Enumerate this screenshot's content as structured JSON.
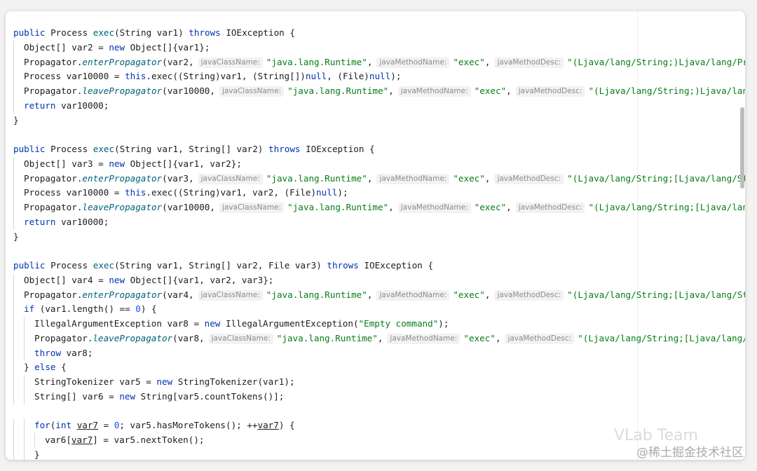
{
  "hints": {
    "javaClassName": "javaClassName:",
    "javaMethodName": "javaMethodName:",
    "javaMethodDesc": "javaMethodDesc:"
  },
  "code_lines": [
    [
      {
        "t": "public ",
        "c": "kw"
      },
      {
        "t": "Process "
      },
      {
        "t": "exec",
        "c": "fn"
      },
      {
        "t": "(String var1) "
      },
      {
        "t": "throws ",
        "c": "kw"
      },
      {
        "t": "IOException {"
      }
    ],
    [
      {
        "g": 1
      },
      {
        "t": "Object[] var2 = "
      },
      {
        "t": "new ",
        "c": "kw"
      },
      {
        "t": "Object[]{var1};"
      }
    ],
    [
      {
        "g": 1
      },
      {
        "t": "Propagator."
      },
      {
        "t": "enterPropagator",
        "c": "it"
      },
      {
        "t": "(var2,"
      },
      {
        "h": "javaClassName"
      },
      {
        "t": "\"java.lang.Runtime\"",
        "c": "str"
      },
      {
        "t": ","
      },
      {
        "h": "javaMethodName"
      },
      {
        "t": "\"exec\"",
        "c": "str"
      },
      {
        "t": ","
      },
      {
        "h": "javaMethodDesc"
      },
      {
        "t": "\"(Ljava/lang/String;)Ljava/lang/Process;\"",
        "c": "str"
      }
    ],
    [
      {
        "g": 1
      },
      {
        "t": "Process var10000 = "
      },
      {
        "t": "this",
        "c": "kw"
      },
      {
        "t": ".exec((String)var1, (String[])"
      },
      {
        "t": "null",
        "c": "kw"
      },
      {
        "t": ", (File)"
      },
      {
        "t": "null",
        "c": "kw"
      },
      {
        "t": ");"
      }
    ],
    [
      {
        "g": 1
      },
      {
        "t": "Propagator."
      },
      {
        "t": "leavePropagator",
        "c": "it"
      },
      {
        "t": "(var10000,"
      },
      {
        "h": "javaClassName"
      },
      {
        "t": "\"java.lang.Runtime\"",
        "c": "str"
      },
      {
        "t": ","
      },
      {
        "h": "javaMethodName"
      },
      {
        "t": "\"exec\"",
        "c": "str"
      },
      {
        "t": ","
      },
      {
        "h": "javaMethodDesc"
      },
      {
        "t": "\"(Ljava/lang/String;)Ljava/lang/Process;\"",
        "c": "str"
      }
    ],
    [
      {
        "g": 1
      },
      {
        "t": "return ",
        "c": "kw"
      },
      {
        "t": "var10000;"
      }
    ],
    [
      {
        "t": "}"
      }
    ],
    [],
    [
      {
        "t": "public ",
        "c": "kw"
      },
      {
        "t": "Process "
      },
      {
        "t": "exec",
        "c": "fn"
      },
      {
        "t": "(String var1, String[] var2) "
      },
      {
        "t": "throws ",
        "c": "kw"
      },
      {
        "t": "IOException {"
      }
    ],
    [
      {
        "g": 1
      },
      {
        "t": "Object[] var3 = "
      },
      {
        "t": "new ",
        "c": "kw"
      },
      {
        "t": "Object[]{var1, var2};"
      }
    ],
    [
      {
        "g": 1
      },
      {
        "t": "Propagator."
      },
      {
        "t": "enterPropagator",
        "c": "it"
      },
      {
        "t": "(var3,"
      },
      {
        "h": "javaClassName"
      },
      {
        "t": "\"java.lang.Runtime\"",
        "c": "str"
      },
      {
        "t": ","
      },
      {
        "h": "javaMethodName"
      },
      {
        "t": "\"exec\"",
        "c": "str"
      },
      {
        "t": ","
      },
      {
        "h": "javaMethodDesc"
      },
      {
        "t": "\"(Ljava/lang/String;[Ljava/lang/String;)Ljava/lang/Process;\"",
        "c": "str"
      }
    ],
    [
      {
        "g": 1
      },
      {
        "t": "Process var10000 = "
      },
      {
        "t": "this",
        "c": "kw"
      },
      {
        "t": ".exec((String)var1, var2, (File)"
      },
      {
        "t": "null",
        "c": "kw"
      },
      {
        "t": ");"
      }
    ],
    [
      {
        "g": 1
      },
      {
        "t": "Propagator."
      },
      {
        "t": "leavePropagator",
        "c": "it"
      },
      {
        "t": "(var10000,"
      },
      {
        "h": "javaClassName"
      },
      {
        "t": "\"java.lang.Runtime\"",
        "c": "str"
      },
      {
        "t": ","
      },
      {
        "h": "javaMethodName"
      },
      {
        "t": "\"exec\"",
        "c": "str"
      },
      {
        "t": ","
      },
      {
        "h": "javaMethodDesc"
      },
      {
        "t": "\"(Ljava/lang/String;[Ljava/lang/String;)Ljava/lang/Process;\"",
        "c": "str"
      }
    ],
    [
      {
        "g": 1
      },
      {
        "t": "return ",
        "c": "kw"
      },
      {
        "t": "var10000;"
      }
    ],
    [
      {
        "t": "}"
      }
    ],
    [],
    [
      {
        "t": "public ",
        "c": "kw"
      },
      {
        "t": "Process "
      },
      {
        "t": "exec",
        "c": "fn"
      },
      {
        "t": "(String var1, String[] var2, File var3) "
      },
      {
        "t": "throws ",
        "c": "kw"
      },
      {
        "t": "IOException {"
      }
    ],
    [
      {
        "g": 1
      },
      {
        "t": "Object[] var4 = "
      },
      {
        "t": "new ",
        "c": "kw"
      },
      {
        "t": "Object[]{var1, var2, var3};"
      }
    ],
    [
      {
        "g": 1
      },
      {
        "t": "Propagator."
      },
      {
        "t": "enterPropagator",
        "c": "it"
      },
      {
        "t": "(var4,"
      },
      {
        "h": "javaClassName"
      },
      {
        "t": "\"java.lang.Runtime\"",
        "c": "str"
      },
      {
        "t": ","
      },
      {
        "h": "javaMethodName"
      },
      {
        "t": "\"exec\"",
        "c": "str"
      },
      {
        "t": ","
      },
      {
        "h": "javaMethodDesc"
      },
      {
        "t": "\"(Ljava/lang/String;[Ljava/lang/String;Ljava/io/File;)Ljava/lang/Process;\"",
        "c": "str"
      }
    ],
    [
      {
        "g": 1
      },
      {
        "t": "if ",
        "c": "kw"
      },
      {
        "t": "(var1.length() == "
      },
      {
        "t": "0",
        "c": "num"
      },
      {
        "t": ") {"
      }
    ],
    [
      {
        "g": 2
      },
      {
        "t": "IllegalArgumentException var8 = "
      },
      {
        "t": "new ",
        "c": "kw"
      },
      {
        "t": "IllegalArgumentException("
      },
      {
        "t": "\"Empty command\"",
        "c": "str"
      },
      {
        "t": ");"
      }
    ],
    [
      {
        "g": 2
      },
      {
        "t": "Propagator."
      },
      {
        "t": "leavePropagator",
        "c": "it"
      },
      {
        "t": "(var8,"
      },
      {
        "h": "javaClassName"
      },
      {
        "t": "\"java.lang.Runtime\"",
        "c": "str"
      },
      {
        "t": ","
      },
      {
        "h": "javaMethodName"
      },
      {
        "t": "\"exec\"",
        "c": "str"
      },
      {
        "t": ","
      },
      {
        "h": "javaMethodDesc"
      },
      {
        "t": "\"(Ljava/lang/String;[Ljava/lang/String;Ljava/io/File;)Ljava/lang/Process;\"",
        "c": "str"
      }
    ],
    [
      {
        "g": 2
      },
      {
        "t": "throw ",
        "c": "kw"
      },
      {
        "t": "var8;"
      }
    ],
    [
      {
        "g": 1
      },
      {
        "t": "} "
      },
      {
        "t": "else ",
        "c": "kw"
      },
      {
        "t": "{"
      }
    ],
    [
      {
        "g": 2
      },
      {
        "t": "StringTokenizer var5 = "
      },
      {
        "t": "new ",
        "c": "kw"
      },
      {
        "t": "StringTokenizer(var1);"
      }
    ],
    [
      {
        "g": 2
      },
      {
        "t": "String[] var6 = "
      },
      {
        "t": "new ",
        "c": "kw"
      },
      {
        "t": "String[var5.countTokens()];"
      }
    ],
    [],
    [
      {
        "g": 2
      },
      {
        "t": "for",
        "c": "kw"
      },
      {
        "t": "("
      },
      {
        "t": "int ",
        "c": "kw"
      },
      {
        "t": "var7",
        "c": "ul"
      },
      {
        "t": " = "
      },
      {
        "t": "0",
        "c": "num"
      },
      {
        "t": "; var5.hasMoreTokens(); ++"
      },
      {
        "t": "var7",
        "c": "ul"
      },
      {
        "t": ") {"
      }
    ],
    [
      {
        "g": 3
      },
      {
        "t": "var6["
      },
      {
        "t": "var7",
        "c": "ul"
      },
      {
        "t": "] = var5.nextToken();"
      }
    ],
    [
      {
        "g": 2
      },
      {
        "t": "}"
      }
    ]
  ],
  "watermark": {
    "logo_text": "VLab Team",
    "site_text": "@稀土掘金技术社区"
  }
}
